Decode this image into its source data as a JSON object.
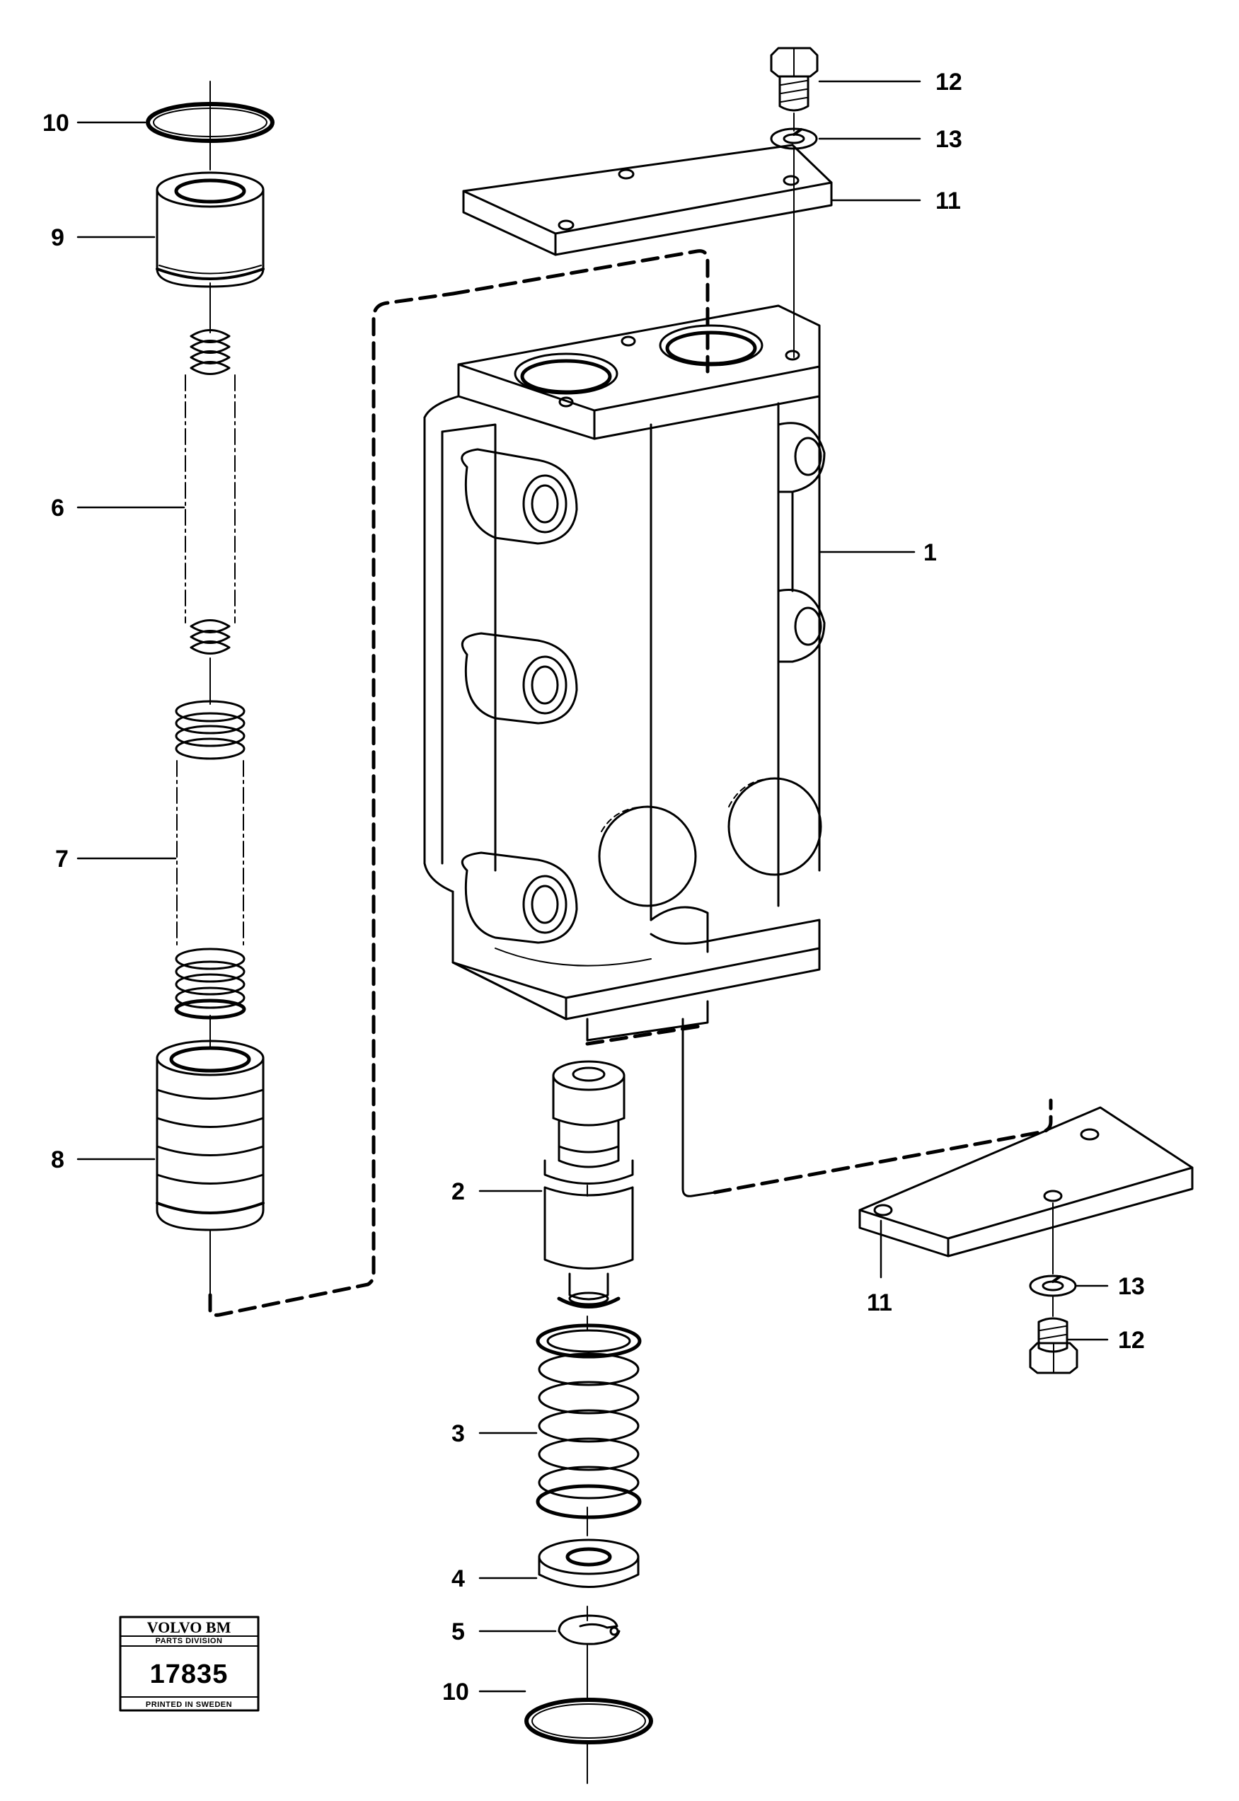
{
  "callouts": {
    "c1": "1",
    "c2": "2",
    "c3": "3",
    "c4": "4",
    "c5": "5",
    "c6": "6",
    "c7": "7",
    "c8": "8",
    "c9": "9",
    "c10_top": "10",
    "c10_bottom": "10",
    "c11_top": "11",
    "c11_bottom": "11",
    "c12_top": "12",
    "c12_bottom": "12",
    "c13_top": "13",
    "c13_bottom": "13"
  },
  "stamp": {
    "brand": "VOLVO BM",
    "division": "PARTS DIVISION",
    "number": "17835",
    "printed": "PRINTED IN SWEDEN"
  }
}
